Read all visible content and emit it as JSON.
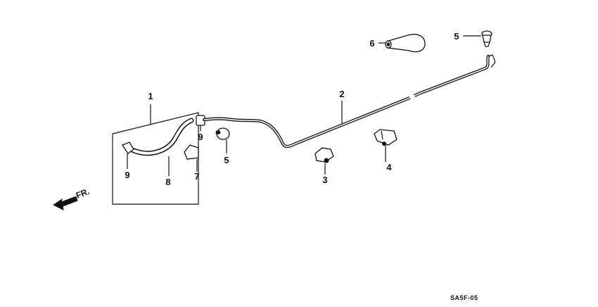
{
  "diagram": {
    "callouts": {
      "c1": "1",
      "c2": "2",
      "c3": "3",
      "c4": "4",
      "c5a": "5",
      "c5b": "5",
      "c6": "6",
      "c7": "7",
      "c8": "8",
      "c9a": "9",
      "c9b": "9"
    },
    "direction_label": "FR.",
    "drawing_code": "SA5F-05"
  }
}
